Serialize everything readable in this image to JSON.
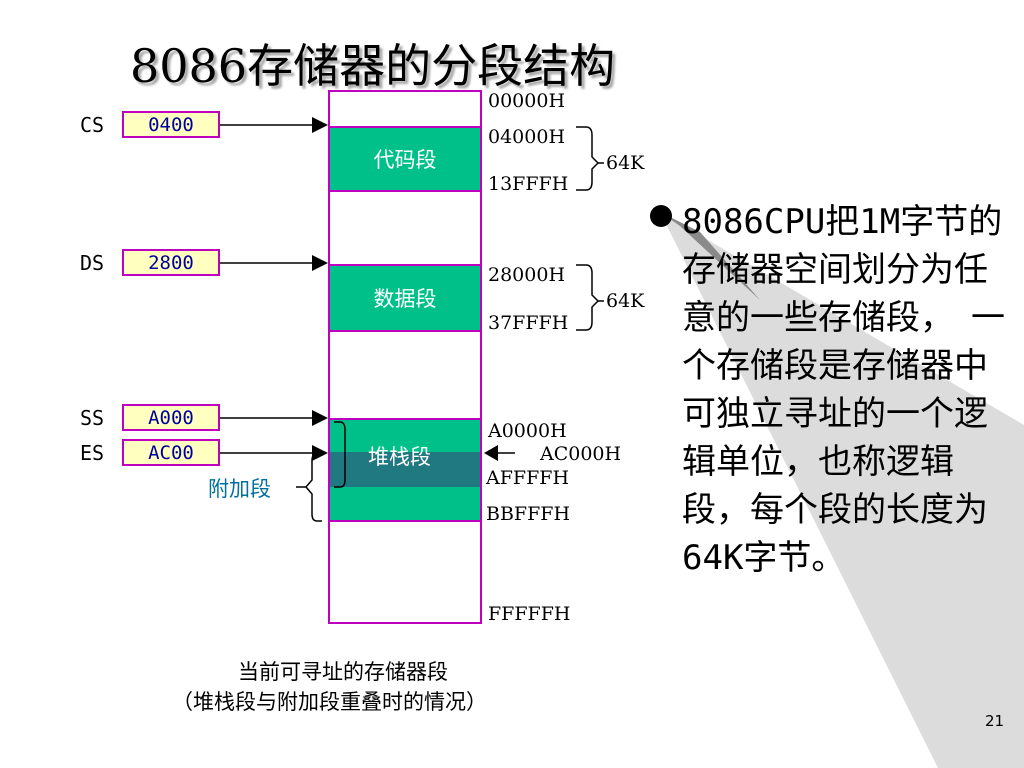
{
  "title": "8086存储器的分段结构",
  "registers": [
    {
      "name": "CS",
      "value": "0400"
    },
    {
      "name": "DS",
      "value": "2800"
    },
    {
      "name": "SS",
      "value": "A000"
    },
    {
      "name": "ES",
      "value": "AC00"
    }
  ],
  "segments": {
    "code": "代码段",
    "data": "数据段",
    "stack": "堆栈段",
    "extra": "附加段"
  },
  "addresses": {
    "top": "00000H",
    "code_start": "04000H",
    "code_end": "13FFFH",
    "data_start": "28000H",
    "data_end": "37FFFH",
    "stack_start": "A0000H",
    "extra_start": "AC000H",
    "stack_end": "AFFFFH",
    "extra_end": "BBFFFH",
    "bottom": "FFFFFH"
  },
  "size_labels": {
    "code": "64K",
    "data": "64K"
  },
  "caption": {
    "line1": "当前可寻址的存储器段",
    "line2": "（堆栈段与附加段重叠时的情况）"
  },
  "bullet": "8086CPU把1M字节的存储器空间划分为任意的一些存储段，　一个存储段是存储器中可独立寻址的一个逻辑单位，也称逻辑段，每个段的长度为64K字节。",
  "page_number": "21",
  "colors": {
    "segment": "#00c08a",
    "overlap": "#207880",
    "border": "#c000c0",
    "register_box": "#ffffc0"
  }
}
